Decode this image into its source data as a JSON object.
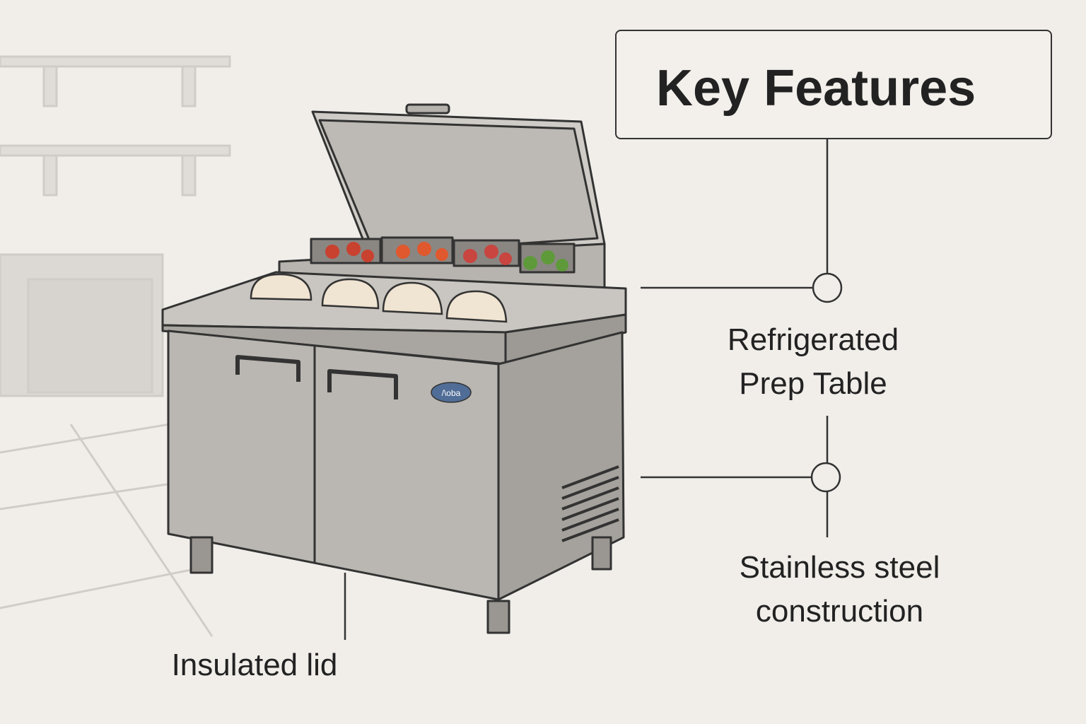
{
  "title": "Key Features",
  "features": [
    {
      "line1": "Refrigerated",
      "line2": "Prep Table"
    },
    {
      "line1": "Stainless steel",
      "line2": "construction"
    },
    {
      "line1": "Insulated lid"
    }
  ],
  "logo_text": "/\\oba",
  "colors": {
    "background": "#f1eeea",
    "steel": "#b9b5b0",
    "line": "#333333",
    "logo": "#4f6d96"
  }
}
